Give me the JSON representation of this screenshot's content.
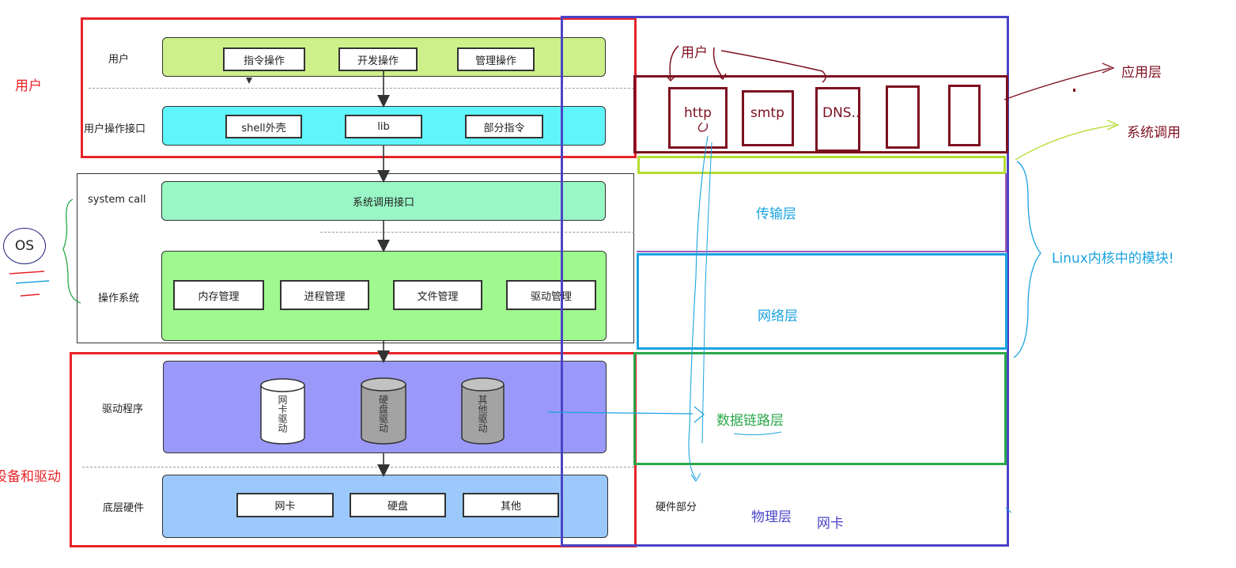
{
  "left_stack": {
    "user_row": {
      "label": "用户",
      "items": [
        "指令操作",
        "开发操作",
        "管理操作"
      ]
    },
    "interface_row": {
      "label": "用户操作接口",
      "items": [
        "shell外壳",
        "lib",
        "部分指令"
      ]
    },
    "syscall_row": {
      "label": "system call",
      "bar": "系统调用接口"
    },
    "os_row": {
      "label": "操作系统",
      "items": [
        "内存管理",
        "进程管理",
        "文件管理",
        "驱动管理"
      ]
    },
    "driver_row": {
      "label": "驱动程序",
      "cylinders": [
        "网卡驱动",
        "硬盘驱动",
        "其他驱动"
      ]
    },
    "hardware_row": {
      "label": "底层硬件",
      "items": [
        "网卡",
        "硬盘",
        "其他"
      ]
    }
  },
  "left_annotations": {
    "user": "用户",
    "os": "OS",
    "device": "设备和驱动"
  },
  "right_stack": {
    "user_label": "用户",
    "app_protocols": [
      "http",
      "smtp",
      "DNS.."
    ],
    "transport": "传输层",
    "network": "网络层",
    "datalink": "数据链路层",
    "hardware_label": "硬件部分",
    "physical": "物理层",
    "nic": "网卡"
  },
  "right_annotations": {
    "app_layer": "应用层",
    "syscall": "系统调用",
    "kernel_modules": "Linux内核中的模块!"
  },
  "colors": {
    "red": "#e8232a",
    "dark_red": "#7d1020",
    "blue": "#4a44c6",
    "cyan": "#1aa3e0",
    "green": "#2aa84a",
    "lime": "#b4dc32",
    "user_band": "#cdf08a",
    "interface_band": "#5ff5fb",
    "syscall_band": "#99f7c5",
    "os_band": "#9ff98e",
    "driver_band": "#9a99f9",
    "hardware_band": "#9cc9fb"
  }
}
